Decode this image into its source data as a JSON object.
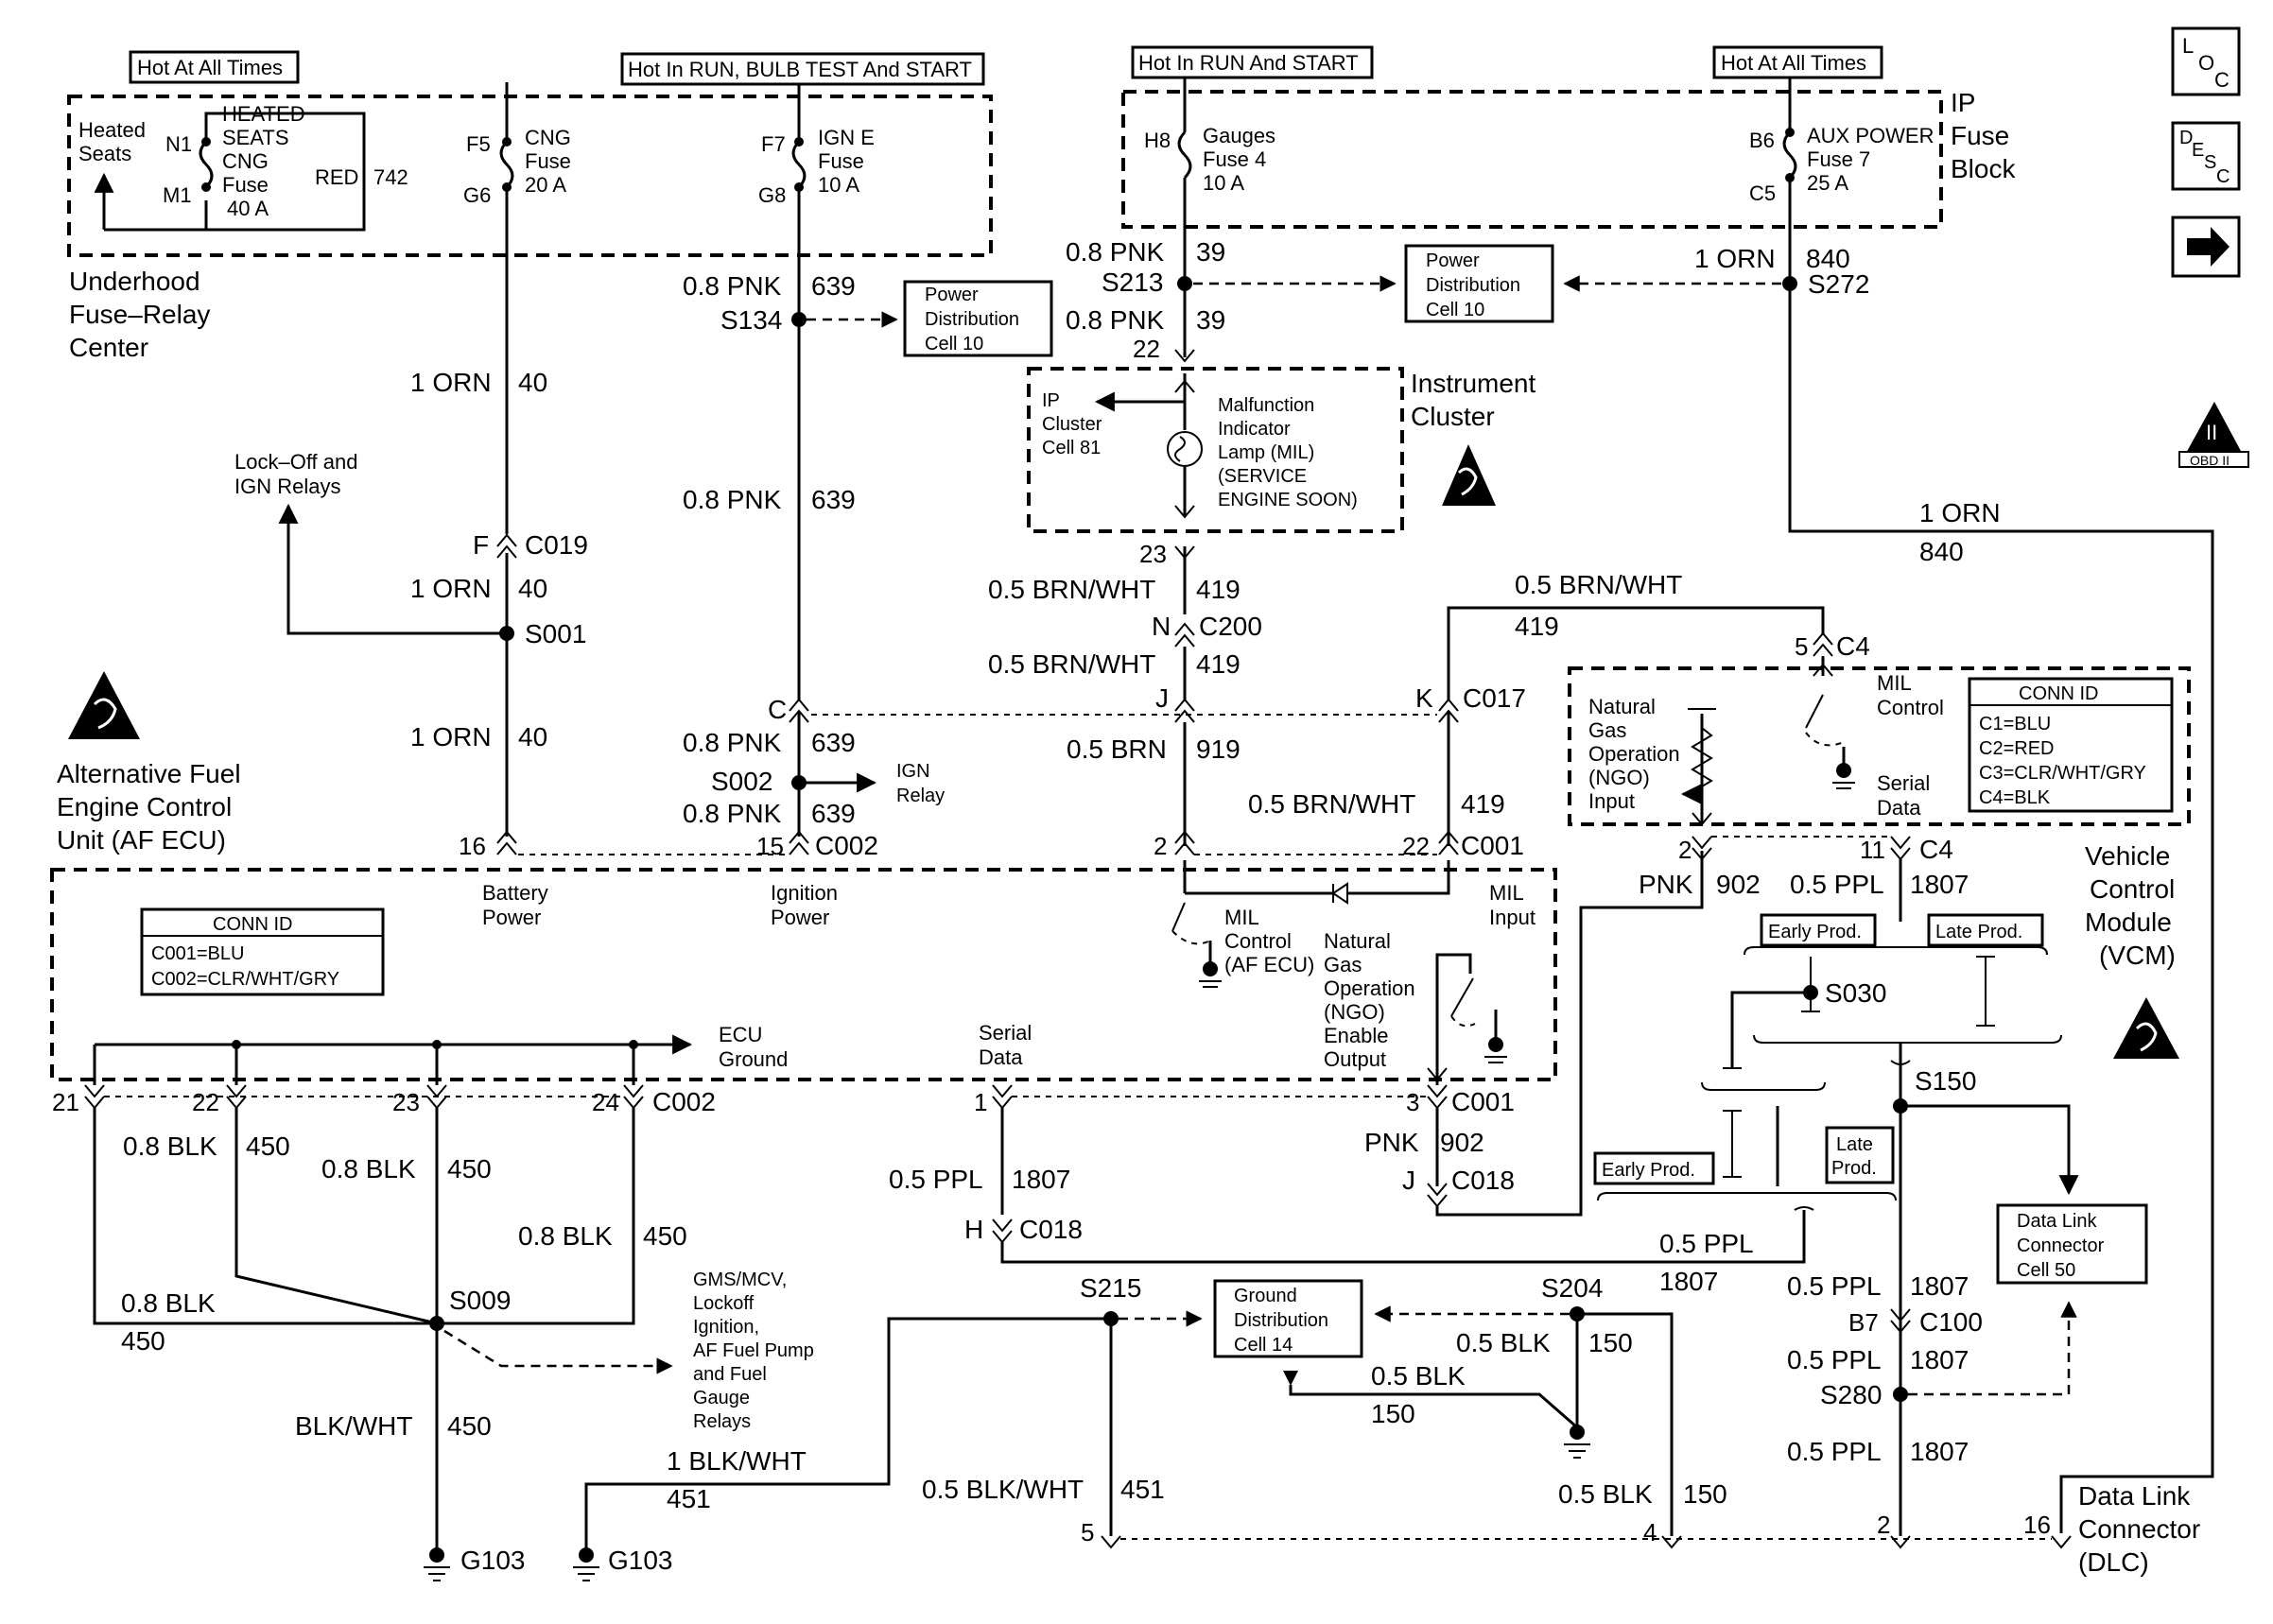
{
  "power": {
    "hot_all_times_left": "Hot At All Times",
    "hot_run_bulb_start": "Hot In RUN, BULB TEST And START",
    "hot_run_start": "Hot In RUN And START",
    "hot_all_times_right": "Hot At All Times"
  },
  "underhood": {
    "title_1": "Underhood",
    "title_2": "Fuse–Relay",
    "title_3": "Center",
    "heated_seats_1": "Heated",
    "heated_seats_2": "Seats",
    "fuse_n1": "N1",
    "fuse_m1": "M1",
    "heated_fuse_1": "HEATED",
    "heated_fuse_2": "SEATS",
    "heated_fuse_3": "CNG",
    "heated_fuse_4": "Fuse",
    "heated_fuse_5": "40 A",
    "red_wire": "RED",
    "red_circuit": "742",
    "fuse_f5": "F5",
    "fuse_g6": "G6",
    "cng_fuse_1": "CNG",
    "cng_fuse_2": "Fuse",
    "cng_fuse_3": "20 A",
    "fuse_f7": "F7",
    "fuse_g8": "G8",
    "igne_fuse_1": "IGN E",
    "igne_fuse_2": "Fuse",
    "igne_fuse_3": "10 A"
  },
  "ipfuse": {
    "title_1": "IP",
    "title_2": "Fuse",
    "title_3": "Block",
    "fuse_h8": "H8",
    "gauges_1": "Gauges",
    "gauges_2": "Fuse 4",
    "gauges_3": "10 A",
    "fuse_b6": "B6",
    "fuse_c5": "C5",
    "aux_1": "AUX POWER",
    "aux_2": "Fuse 7",
    "aux_3": "25 A"
  },
  "wires": {
    "pnk_08": "0.8 PNK",
    "c639": "639",
    "c39": "39",
    "orn_1": "1 ORN",
    "c40": "40",
    "c840": "840",
    "brnwht_05": "0.5 BRN/WHT",
    "c419": "419",
    "brn_05": "0.5 BRN",
    "c919": "919",
    "pnk": "PNK",
    "c902": "902",
    "ppl_05": "0.5 PPL",
    "c1807": "1807",
    "blk_08": "0.8 BLK",
    "c450": "450",
    "blkwht": "BLK/WHT",
    "blkwht_1": "1 BLK/WHT",
    "c451": "451",
    "blkwht_05": "0.5 BLK/WHT",
    "blk_05": "0.5 BLK",
    "c150": "150"
  },
  "splices": {
    "s134": "S134",
    "s213": "S213",
    "s272": "S272",
    "s001": "S001",
    "s002": "S002",
    "s030": "S030",
    "s150": "S150",
    "s009": "S009",
    "s215": "S215",
    "s204": "S204",
    "s280": "S280"
  },
  "connectors": {
    "c019": "C019",
    "f": "F",
    "c200": "C200",
    "n": "N",
    "c017": "C017",
    "k": "K",
    "j": "J",
    "c": "C",
    "c4": "C4",
    "p5": "5",
    "p2": "2",
    "p11": "11",
    "c002": "C002",
    "p15": "15",
    "p16": "16",
    "c001": "C001",
    "p22": "22",
    "p23": "23",
    "p21": "21",
    "p24": "24",
    "p1": "1",
    "p3": "3",
    "c018": "C018",
    "h": "H",
    "b7": "B7",
    "c100": "C100",
    "p5b": "5",
    "p4": "4",
    "p2b": "2",
    "p16b": "16"
  },
  "cells": {
    "pd_1": "Power",
    "pd_2": "Distribution",
    "pd_3": "Cell 10",
    "gd_1": "Ground",
    "gd_2": "Distribution",
    "gd_3": "Cell 14",
    "dlc_1": "Data Link",
    "dlc_2": "Connector",
    "dlc_3": "Cell 50"
  },
  "cluster": {
    "title_1": "Instrument",
    "title_2": "Cluster",
    "ip_1": "IP",
    "ip_2": "Cluster",
    "ip_3": "Cell 81",
    "mil_1": "Malfunction",
    "mil_2": "Indicator",
    "mil_3": "Lamp (MIL)",
    "mil_4": "(SERVICE",
    "mil_5": "ENGINE SOON)"
  },
  "ecu": {
    "title_1": "Alternative Fuel",
    "title_2": "Engine Control",
    "title_3": "Unit (AF ECU)",
    "lockoff_1": "Lock–Off and",
    "lockoff_2": "IGN Relays",
    "ign_relay_1": "IGN",
    "ign_relay_2": "Relay",
    "battery_1": "Battery",
    "battery_2": "Power",
    "ignition_1": "Ignition",
    "ignition_2": "Power",
    "conn_title": "CONN ID",
    "conn_1": "C001=BLU",
    "conn_2": "C002=CLR/WHT/GRY",
    "ground_1": "ECU",
    "ground_2": "Ground",
    "serial_1": "Serial",
    "serial_2": "Data",
    "milctl_1": "MIL",
    "milctl_2": "Control",
    "milctl_3": "(AF ECU)",
    "ngo_1": "Natural",
    "ngo_2": "Gas",
    "ngo_3": "Operation",
    "ngo_4": "(NGO)",
    "ngo_5": "Enable",
    "ngo_6": "Output",
    "milin_1": "MIL",
    "milin_2": "Input"
  },
  "vcm": {
    "title_1": "Vehicle",
    "title_2": "Control",
    "title_3": "Module",
    "title_4": "(VCM)",
    "ngo_1": "Natural",
    "ngo_2": "Gas",
    "ngo_3": "Operation",
    "ngo_4": "(NGO)",
    "ngo_5": "Input",
    "milctl_1": "MIL",
    "milctl_2": "Control",
    "serial_1": "Serial",
    "serial_2": "Data",
    "conn_title": "CONN ID",
    "conn_1": "C1=BLU",
    "conn_2": "C2=RED",
    "conn_3": "C3=CLR/WHT/GRY",
    "conn_4": "C4=BLK",
    "early_prod": "Early Prod.",
    "late_prod": "Late Prod.",
    "late_1": "Late",
    "late_2": "Prod."
  },
  "relays": {
    "line_1": "GMS/MCV,",
    "line_2": "Lockoff",
    "line_3": "Ignition,",
    "line_4": "AF Fuel Pump",
    "line_5": "and Fuel",
    "line_6": "Gauge",
    "line_7": "Relays"
  },
  "grounds": {
    "g103": "G103"
  },
  "dlc": {
    "title_1": "Data Link",
    "title_2": "Connector",
    "title_3": "(DLC)"
  },
  "icons": {
    "loc_1": "L",
    "loc_2": "O",
    "loc_3": "C",
    "desc_1": "D",
    "desc_2": "E",
    "desc_3": "S",
    "desc_4": "C",
    "obd": "OBD II",
    "obd_roman": "II"
  }
}
